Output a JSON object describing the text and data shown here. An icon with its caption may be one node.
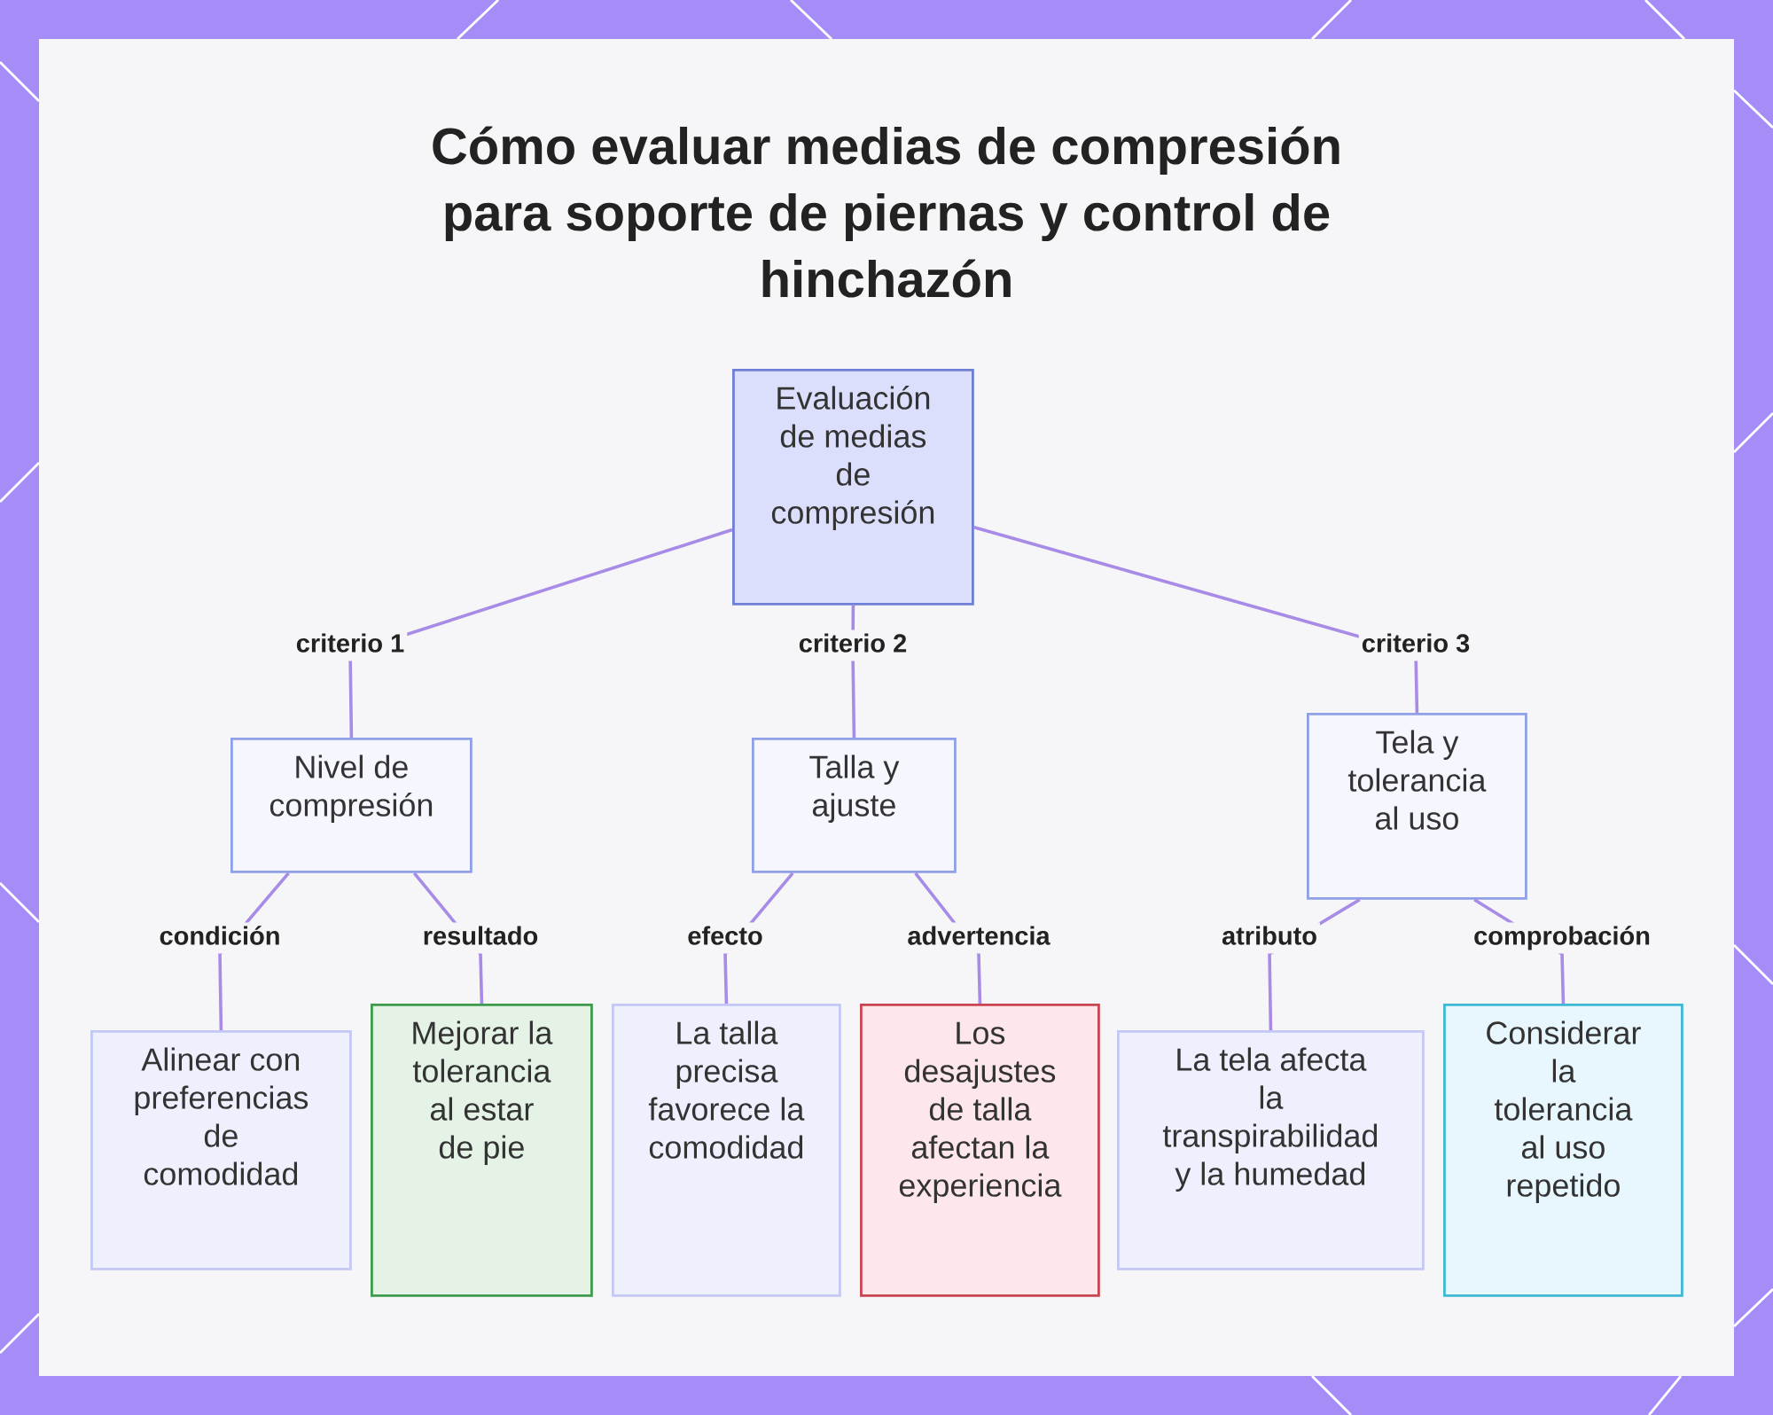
{
  "diagram": {
    "title": "Cómo evaluar medias de compresión para soporte de piernas y control de hinchazón",
    "nodes": [
      {
        "text": [
          "Evaluación de medias de compresión"
        ]
      },
      {
        "text": [
          "Nivel de compresión"
        ]
      },
      {
        "text": [
          "Talla y ajuste"
        ]
      },
      {
        "text": [
          "Tela y tolerancia al uso"
        ]
      },
      {
        "text": [
          "Alinear con preferencias de comodidad"
        ]
      },
      {
        "text": [
          "Mejorar la tolerancia al estar de pie"
        ]
      },
      {
        "text": [
          "La talla precisa favorece la comodidad"
        ]
      },
      {
        "text": [
          "Los desajustes de talla afectan la experiencia"
        ]
      },
      {
        "text": [
          "La tela afecta la transpirabilidad y la humedad"
        ]
      },
      {
        "text": [
          "Considerar la tolerancia al uso repetido"
        ]
      }
    ],
    "edges": [
      {
        "from": 0,
        "to": 1,
        "arrow": "none",
        "label": "criterio 1"
      },
      {
        "from": 0,
        "to": 2,
        "arrow": "none",
        "label": "criterio 2"
      },
      {
        "from": 0,
        "to": 3,
        "arrow": "none",
        "label": "criterio 3"
      },
      {
        "from": 1,
        "to": 4,
        "arrow": "none",
        "label": "condición"
      },
      {
        "from": 1,
        "to": 5,
        "arrow": "none",
        "label": "resultado"
      },
      {
        "from": 2,
        "to": 6,
        "arrow": "none",
        "label": "efecto"
      },
      {
        "from": 2,
        "to": 7,
        "arrow": "none",
        "label": "advertencia"
      },
      {
        "from": 3,
        "to": 8,
        "arrow": "none",
        "label": "atributo"
      },
      {
        "from": 3,
        "to": 9,
        "arrow": "none",
        "label": "comprobación"
      }
    ]
  }
}
